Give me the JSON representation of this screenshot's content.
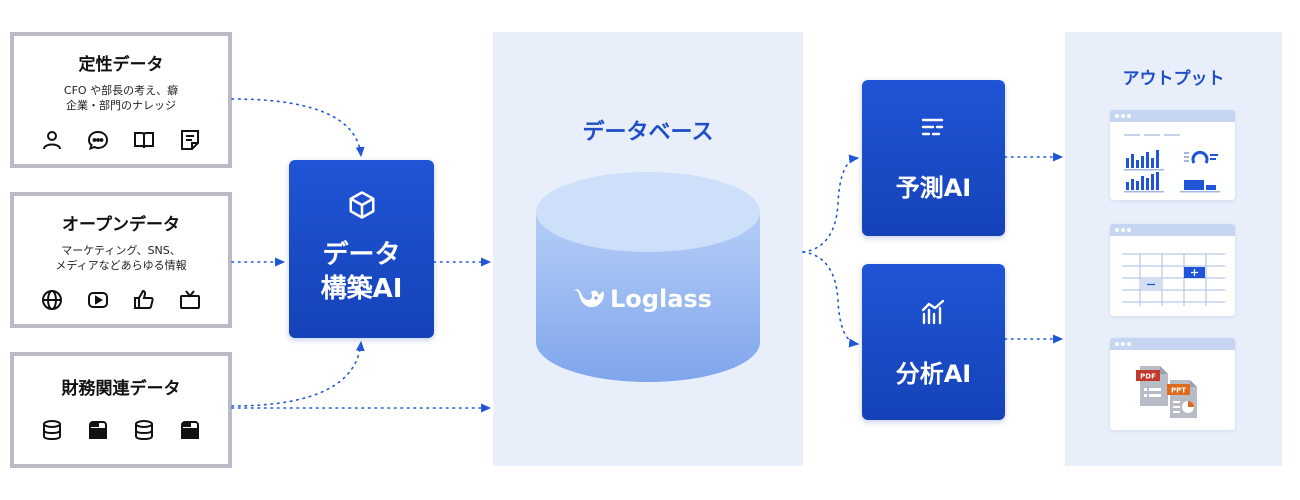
{
  "sources": [
    {
      "title": "定性データ",
      "desc_lines": [
        "CFO や部長の考え、癖",
        "企業・部門のナレッジ"
      ],
      "icons": [
        "person-icon",
        "chat-bubble-icon",
        "book-icon",
        "note-icon"
      ]
    },
    {
      "title": "オープンデータ",
      "desc_lines": [
        "マーケティング、SNS、",
        "メディアなどあらゆる情報"
      ],
      "icons": [
        "globe-icon",
        "play-button-icon",
        "thumbs-up-icon",
        "tv-icon"
      ]
    },
    {
      "title": "財務関連データ",
      "desc_lines": [],
      "icons": [
        "database-icon",
        "server-icon",
        "database-icon",
        "server-icon"
      ]
    }
  ],
  "build_ai": {
    "line1": "データ",
    "line2": "構築AI",
    "icon": "cube-icon"
  },
  "database": {
    "title": "データベース",
    "brand": "Loglass",
    "logo_icon": "whale-logo-icon"
  },
  "forecast_ai": {
    "label": "予測AI",
    "icon": "bars-lines-icon"
  },
  "analysis_ai": {
    "label": "分析AI",
    "icon": "analytics-chart-icon"
  },
  "output": {
    "title": "アウトプット",
    "cards": [
      {
        "icon": "chart-dashboard-icon"
      },
      {
        "icon": "table-grid-icon"
      },
      {
        "icon": "file-documents-icon",
        "file_labels": [
          "PDF",
          "PPT"
        ]
      }
    ]
  },
  "colors": {
    "accent": "#1e4fc9",
    "ai_box": "#1a4ccc",
    "panel_bg": "#e8effa",
    "source_border": "#b9bcc6",
    "cylinder_top": "#b5cef6",
    "cylinder_bottom": "#7fa5ec"
  }
}
